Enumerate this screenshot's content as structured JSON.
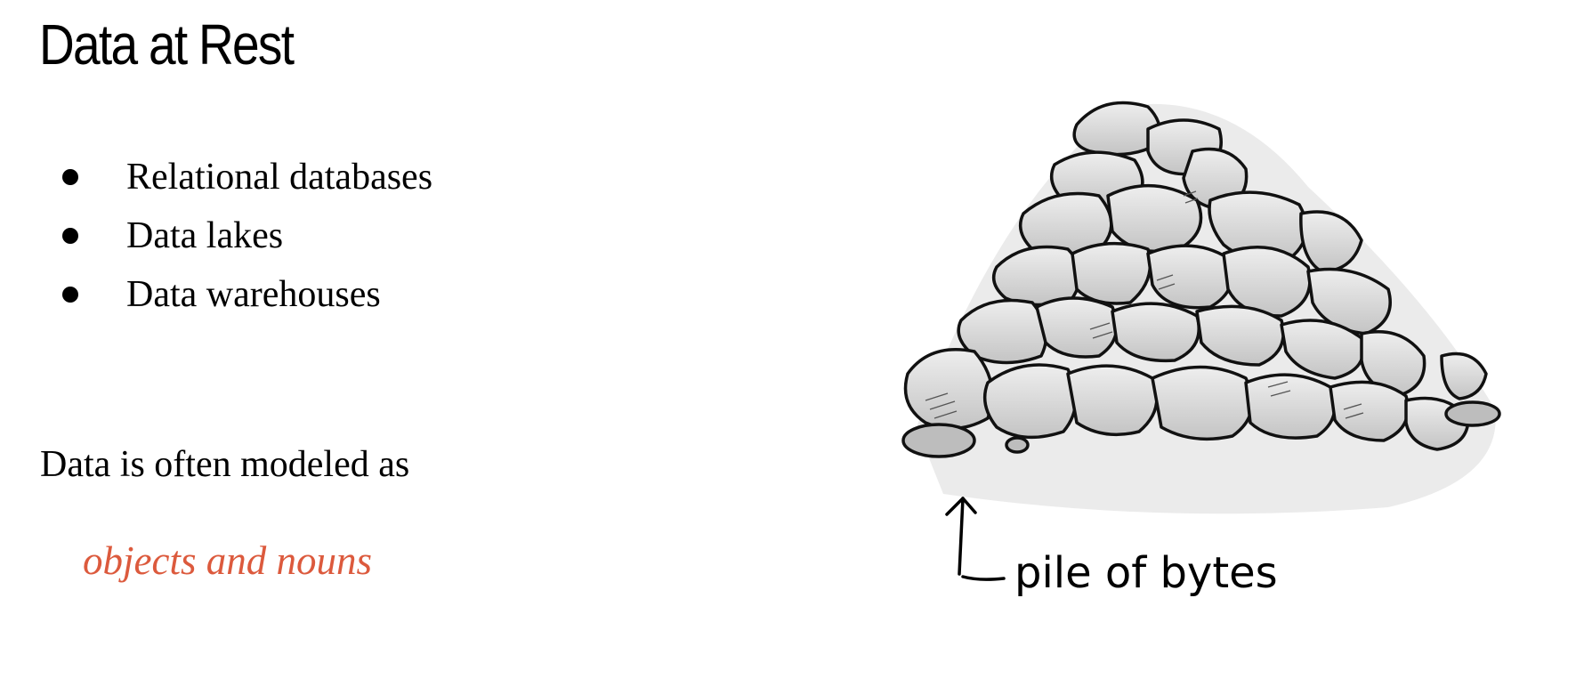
{
  "slide": {
    "title": "Data at Rest",
    "bullets": [
      "Relational databases",
      "Data lakes",
      "Data warehouses"
    ],
    "lead_text": "Data is often modeled as",
    "emphasis_text": "objects and nouns",
    "emphasis_color": "#dc5a3d"
  },
  "illustration": {
    "subject": "pile-of-rocks",
    "caption": "pile of bytes",
    "arrow_icon": "hand-drawn-up-arrow-icon"
  }
}
